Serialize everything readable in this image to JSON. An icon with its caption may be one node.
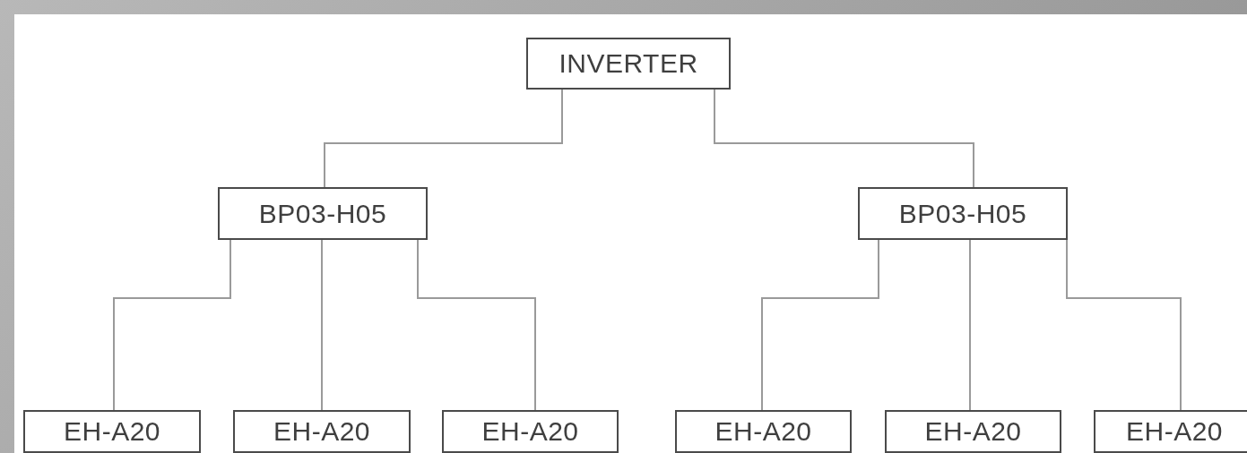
{
  "diagram": {
    "nodes": [
      {
        "text": [
          "INVERTER"
        ]
      },
      {
        "text": [
          "BP03-H05"
        ]
      },
      {
        "text": [
          "BP03-H05"
        ]
      },
      {
        "text": [
          "EH-A20"
        ]
      },
      {
        "text": [
          "EH-A20"
        ]
      },
      {
        "text": [
          "EH-A20"
        ]
      },
      {
        "text": [
          "EH-A20"
        ]
      },
      {
        "text": [
          "EH-A20"
        ]
      },
      {
        "text": [
          "EH-A20"
        ]
      }
    ],
    "edges": [
      {
        "from": 0,
        "to": 1,
        "arrow": "none"
      },
      {
        "from": 0,
        "to": 2,
        "arrow": "none"
      },
      {
        "from": 1,
        "to": 3,
        "arrow": "none"
      },
      {
        "from": 1,
        "to": 4,
        "arrow": "none"
      },
      {
        "from": 1,
        "to": 5,
        "arrow": "none"
      },
      {
        "from": 2,
        "to": 6,
        "arrow": "none"
      },
      {
        "from": 2,
        "to": 7,
        "arrow": "none"
      },
      {
        "from": 2,
        "to": 8,
        "arrow": "none"
      }
    ]
  }
}
